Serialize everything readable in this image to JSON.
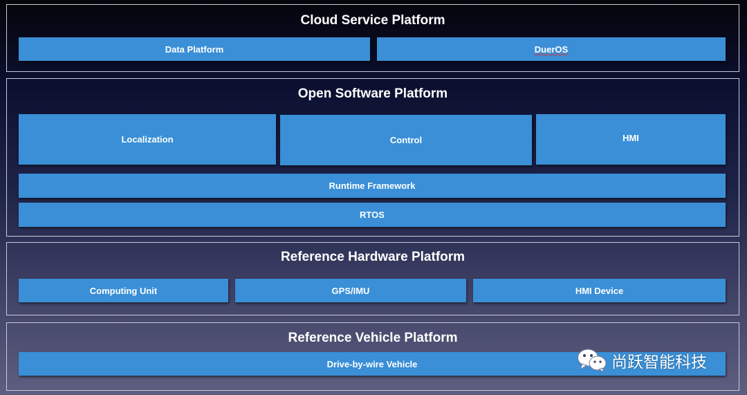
{
  "cloud": {
    "title": "Cloud Service Platform",
    "blocks": [
      "Data Platform",
      "DuerOS"
    ]
  },
  "open_software": {
    "title": "Open Software Platform",
    "modules": [
      "Localization",
      "Control",
      "HMI"
    ],
    "runtime": "Runtime Framework",
    "rtos": "RTOS"
  },
  "hardware": {
    "title": "Reference Hardware Platform",
    "blocks": [
      "Computing Unit",
      "GPS/IMU",
      "HMI Device"
    ]
  },
  "vehicle": {
    "title": "Reference Vehicle Platform",
    "block": "Drive-by-wire Vehicle"
  },
  "watermark": {
    "text": "尚跃智能科技",
    "icon": "wechat-icon"
  },
  "colors": {
    "block": "#3a8fd6",
    "border": "#c9ccd9"
  }
}
